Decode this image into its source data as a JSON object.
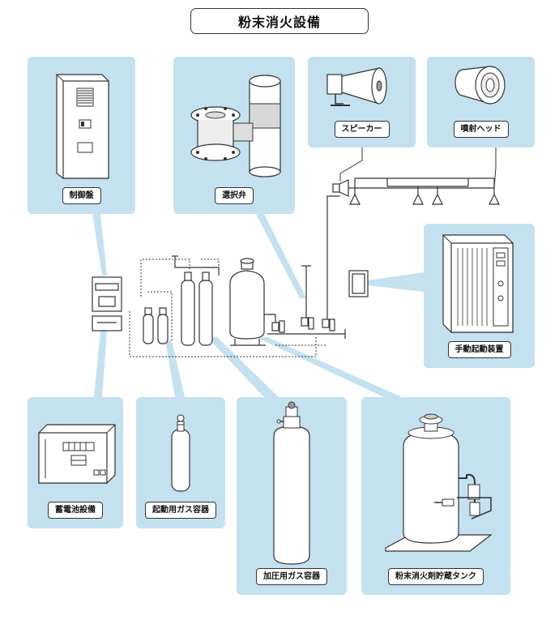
{
  "title": "粉末消火設備",
  "labels": {
    "control_panel": "制御盤",
    "selector_valve": "選択弁",
    "speaker": "スピーカー",
    "nozzle": "噴射ヘッド",
    "manual_starter": "手動起動装置",
    "battery": "蓄電池設備",
    "starter_gas": "起動用ガス容器",
    "pressure_gas": "加圧用ガス容器",
    "agent_tank": "粉末消火剤貯蔵タンク"
  },
  "colors": {
    "panel": "#c4e1ef",
    "line": "#333333"
  }
}
